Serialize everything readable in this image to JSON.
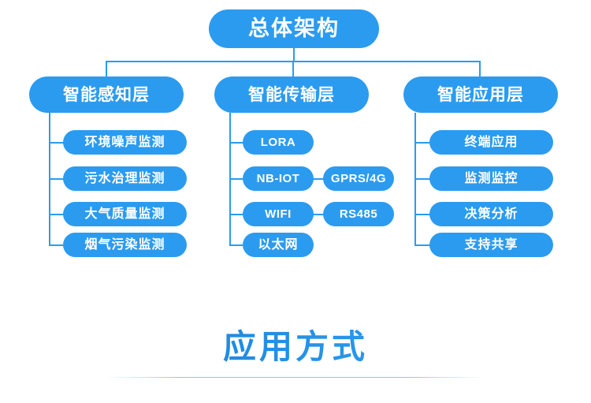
{
  "diagram": {
    "root": {
      "label": "总体架构"
    },
    "layers": [
      {
        "label": "智能感知层"
      },
      {
        "label": "智能传输层"
      },
      {
        "label": "智能应用层"
      }
    ],
    "columns": [
      {
        "items": [
          {
            "label": "环境噪声监测"
          },
          {
            "label": "污水治理监测"
          },
          {
            "label": "大气质量监测"
          },
          {
            "label": "烟气污染监测"
          }
        ]
      },
      {
        "items": [
          {
            "label": "LORA"
          },
          {
            "label": "NB-IOT"
          },
          {
            "label": "WIFI"
          },
          {
            "label": "以太网"
          }
        ],
        "secondary": [
          {
            "label": "GPRS/4G"
          },
          {
            "label": "RS485"
          }
        ]
      },
      {
        "items": [
          {
            "label": "终端应用"
          },
          {
            "label": "监测监控"
          },
          {
            "label": "决策分析"
          },
          {
            "label": "支持共享"
          }
        ]
      }
    ]
  },
  "footer": {
    "title": "应用方式"
  },
  "colors": {
    "node_fill": "#2b9bf0",
    "node_text": "#ffffff",
    "connector": "#2b9bf0",
    "title_gradient_start": "#1a6fc4",
    "title_gradient_end": "#38a9f7",
    "background": "#ffffff"
  }
}
